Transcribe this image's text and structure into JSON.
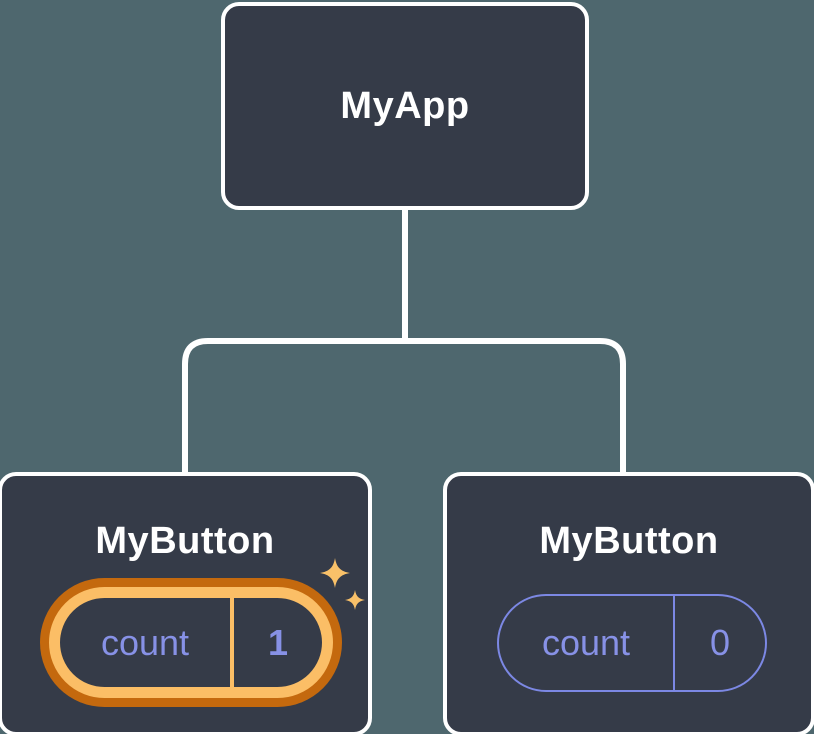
{
  "colors": {
    "bg": "#4E676E",
    "node_fill": "#353B48",
    "node_border": "#FFFFFF",
    "connector": "#FFFFFF",
    "title_text": "#FFFFFF",
    "state_purple": "#8791E6",
    "pill_border_purple": "#7C88E4",
    "highlight_ring_outer": "#C4690E",
    "highlight_ring_inner": "#FBBE66",
    "sparkle": "#F9C169"
  },
  "icons": {
    "sparkle_large": "four-point-star",
    "sparkle_small": "four-point-star"
  },
  "tree": {
    "root": {
      "label": "MyApp"
    },
    "children": [
      {
        "label": "MyButton",
        "state": {
          "name": "count",
          "value": "1",
          "highlighted": true
        }
      },
      {
        "label": "MyButton",
        "state": {
          "name": "count",
          "value": "0",
          "highlighted": false
        }
      }
    ]
  }
}
